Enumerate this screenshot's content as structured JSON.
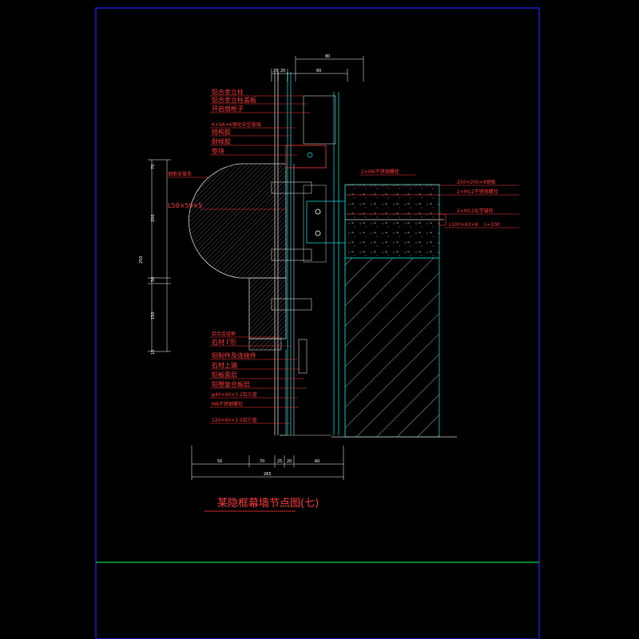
{
  "drawing": {
    "title": "某隐框幕墙节点图(七)",
    "colors": {
      "background": "#000000",
      "frame": "#2222ff",
      "frame_lower": "#00cc44",
      "leader_text": "#ff3b3b",
      "dimension": "#ffffff",
      "section_outline": "#00cccc",
      "hatch": "#cccccc"
    },
    "top_labels": [
      "铝合金立柱",
      "铝合金立柱盖板",
      "开启扇框子",
      "6+9A+6钢化中空玻璃",
      "结构胶",
      "耐候胶",
      "垫块"
    ],
    "left_labels": [
      "钢筋支撑条",
      "L50×50×5"
    ],
    "right_labels": [
      "2×M6不锈钢螺栓",
      "250×200×8钢板",
      "2×M12不锈钢螺栓",
      "2×M12化学锚栓",
      "L100×63×8",
      "L=100"
    ],
    "bottom_labels": [
      "铝合金组框",
      "石材 Γ形",
      "铝制件及连接件",
      "石材上端",
      "铝板面层",
      "铝塑复合板层",
      "φ40×40×3.2铝方管",
      "M8不锈钢螺栓",
      "120×60×3.5铝方管"
    ],
    "dims_top": [
      "20",
      "20",
      "60",
      "80"
    ],
    "dims_bottom": [
      "50",
      "70",
      "25",
      "20",
      "60"
    ],
    "dim_bottom_total": "265",
    "dims_left": [
      "200",
      "250",
      "50",
      "150",
      "70",
      "10"
    ]
  }
}
